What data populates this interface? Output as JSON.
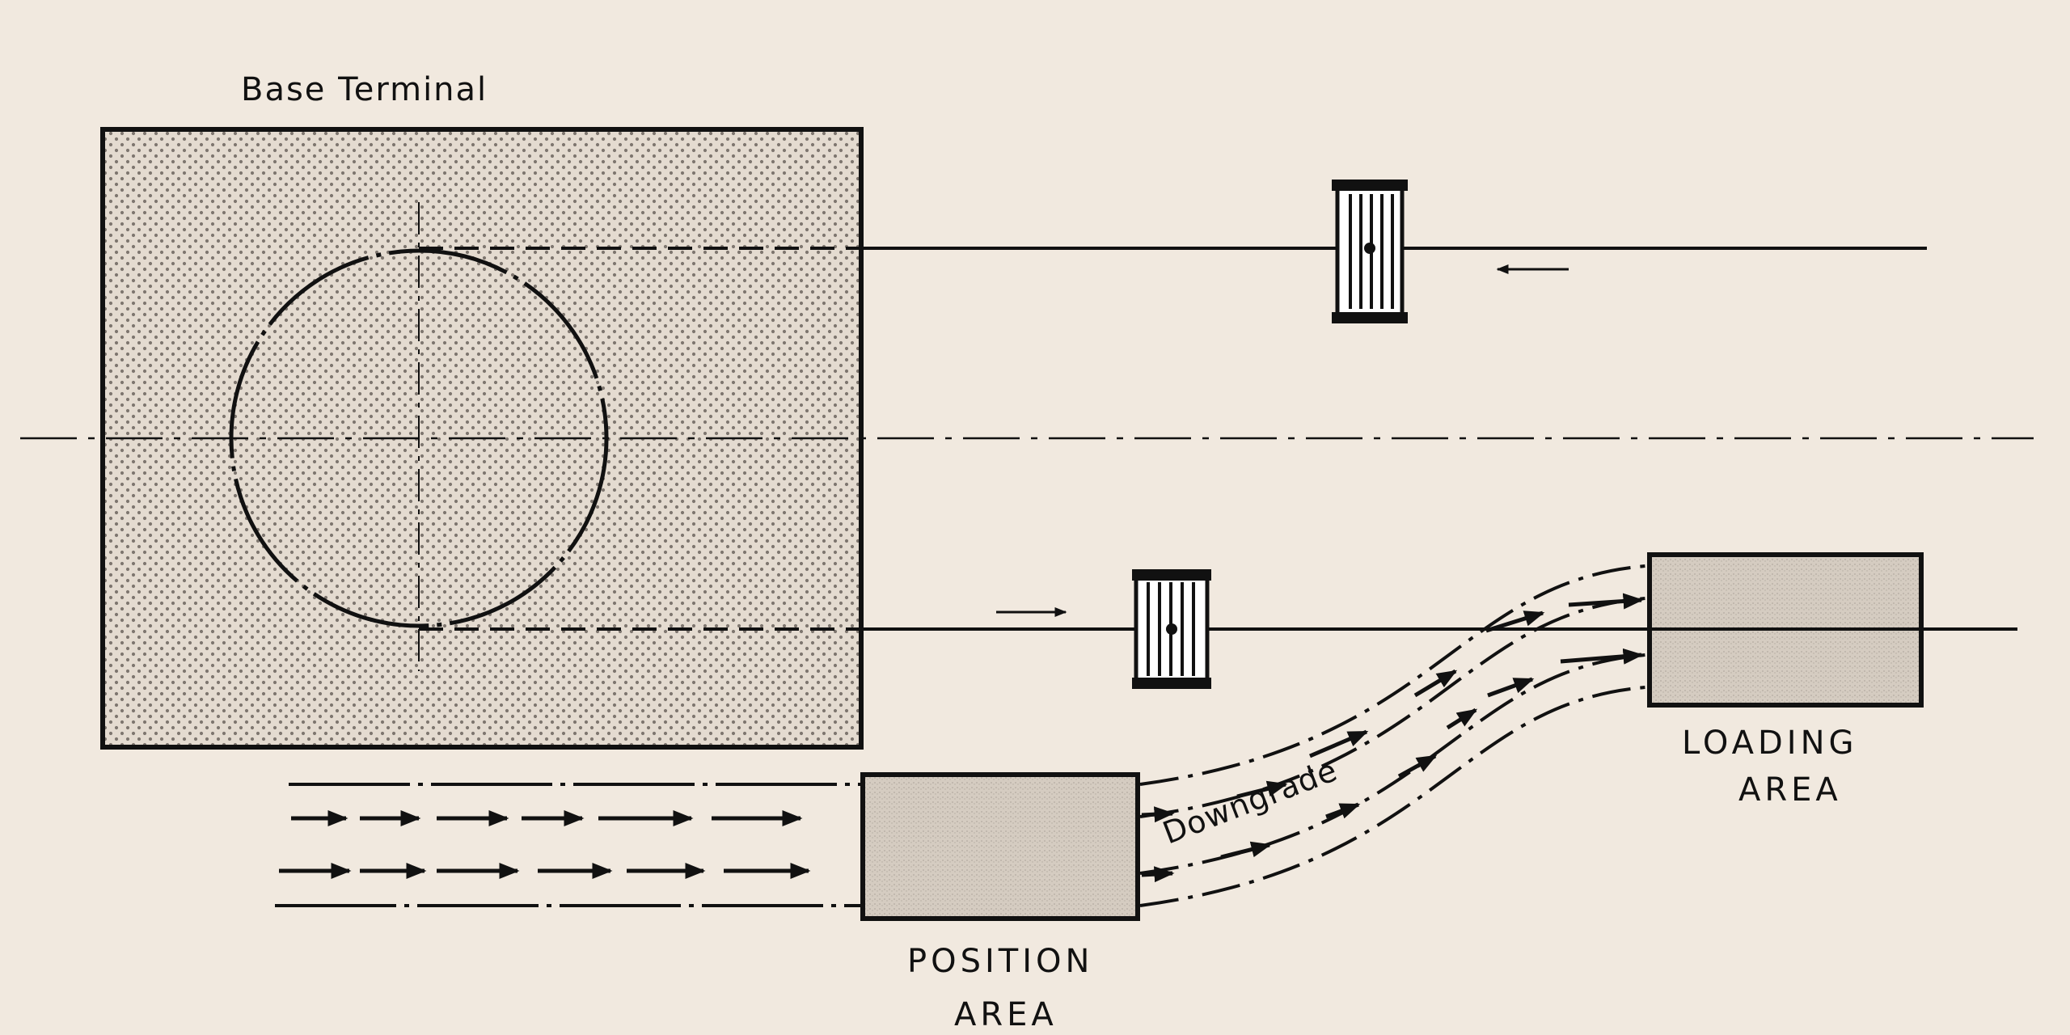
{
  "labels": {
    "base_terminal": "Base Terminal",
    "position_area_line1": "POSITION",
    "position_area_line2": "AREA",
    "loading_area_line1": "LOADING",
    "loading_area_line2": "AREA",
    "downgrade": "Downgrade"
  },
  "colors": {
    "paper": "#f1e9df",
    "ink": "#111111",
    "terminal_fill": "#e4dbd0",
    "area_fill": "#d5ccc1"
  }
}
